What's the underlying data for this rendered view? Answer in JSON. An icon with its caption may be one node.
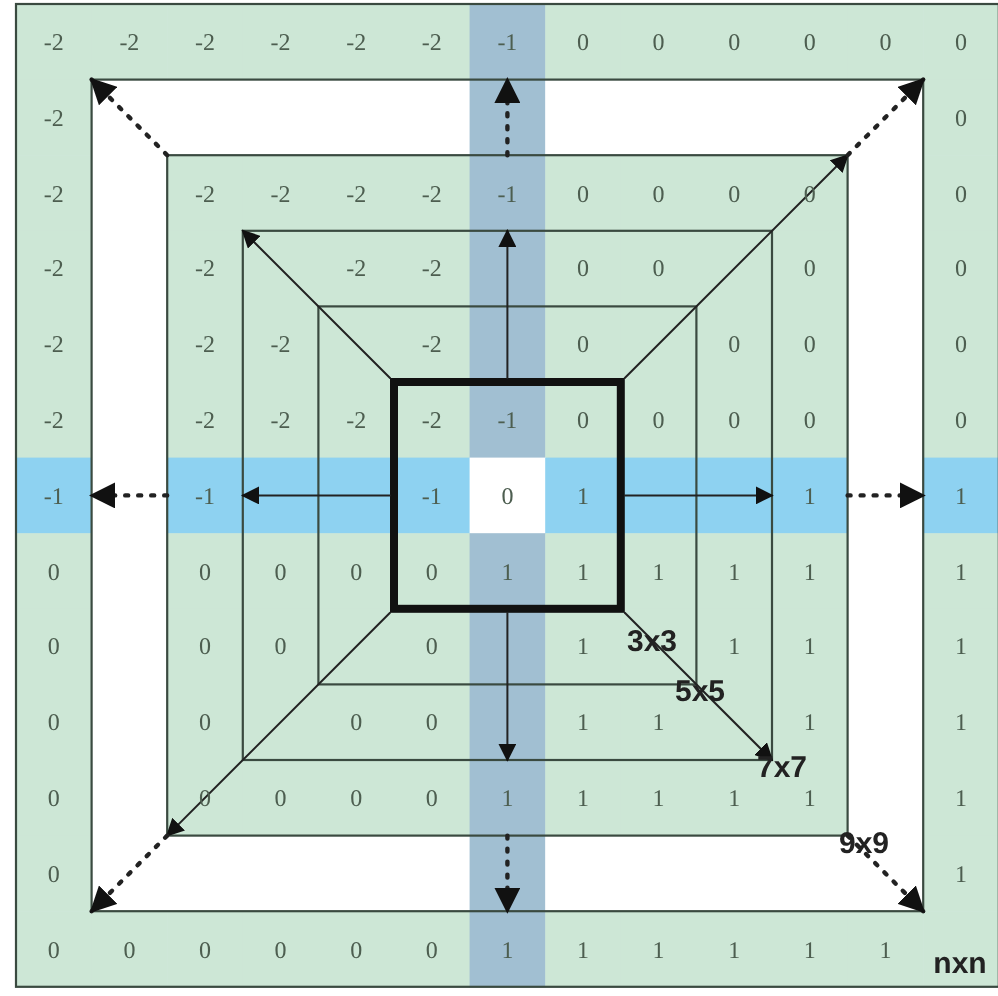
{
  "diagram": {
    "labels": [
      "-2",
      "-2",
      "-2",
      "-2",
      "-2",
      "-2",
      "-1",
      "0",
      "0",
      "0",
      "0",
      "0",
      "0",
      "-2",
      "0",
      "-2",
      "-2",
      "-2",
      "-2",
      "-2",
      "-1",
      "0",
      "0",
      "0",
      "0",
      "0",
      "-2",
      "-2",
      "-2",
      "-2",
      "0",
      "0",
      "0",
      "0",
      "-2",
      "-2",
      "-2",
      "-2",
      "0",
      "0",
      "0",
      "0",
      "-2",
      "-2",
      "-2",
      "-2",
      "-2",
      "-1",
      "0",
      "0",
      "0",
      "0",
      "0",
      "-1",
      "-1",
      "-1",
      "0",
      "1",
      "1",
      "1",
      "0",
      "0",
      "0",
      "0",
      "0",
      "1",
      "1",
      "1",
      "1",
      "1",
      "1",
      "0",
      "0",
      "0",
      "0",
      "1",
      "3x3",
      "1",
      "1",
      "1",
      "5x5",
      "0",
      "0",
      "0",
      "0",
      "1",
      "1",
      "1",
      "1",
      "7x7",
      "0",
      "0",
      "0",
      "0",
      "0",
      "1",
      "1",
      "1",
      "1",
      "1",
      "1",
      "0",
      "9x9",
      "1",
      "0",
      "0",
      "0",
      "0",
      "0",
      "0",
      "1",
      "1",
      "1",
      "1",
      "1",
      "1",
      "nxn"
    ]
  }
}
